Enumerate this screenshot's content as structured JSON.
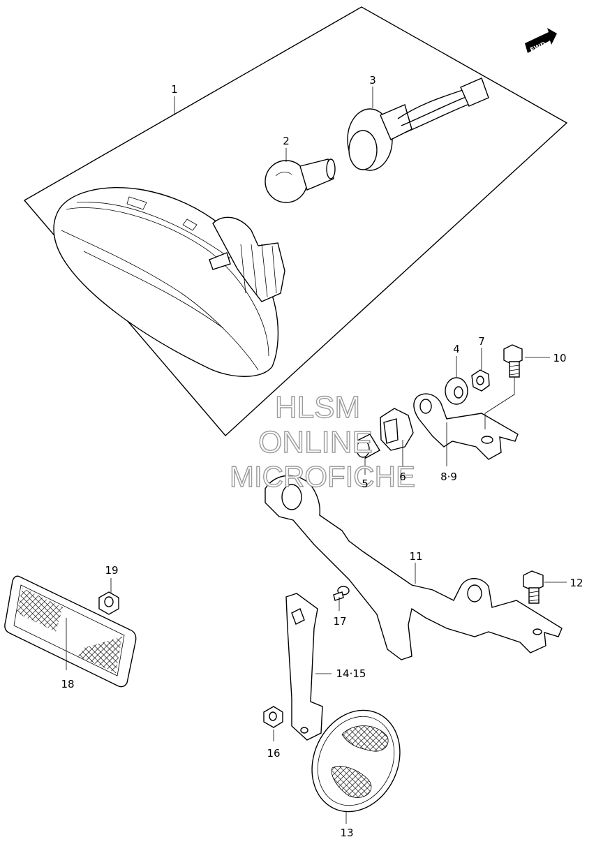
{
  "diagram": {
    "fwd_marker": "FWD",
    "watermark": {
      "line1": "HLSM",
      "line2": "ONLINE",
      "line3": "MICROFICHE"
    },
    "callouts": [
      {
        "id": "1",
        "text": "1"
      },
      {
        "id": "2",
        "text": "2"
      },
      {
        "id": "3",
        "text": "3"
      },
      {
        "id": "4",
        "text": "4"
      },
      {
        "id": "5",
        "text": "5"
      },
      {
        "id": "6",
        "text": "6"
      },
      {
        "id": "7",
        "text": "7"
      },
      {
        "id": "89",
        "text": "8·9"
      },
      {
        "id": "10",
        "text": "10"
      },
      {
        "id": "11",
        "text": "11"
      },
      {
        "id": "12",
        "text": "12"
      },
      {
        "id": "13",
        "text": "13"
      },
      {
        "id": "1415",
        "text": "14·15"
      },
      {
        "id": "16",
        "text": "16"
      },
      {
        "id": "17",
        "text": "17"
      },
      {
        "id": "18",
        "text": "18"
      },
      {
        "id": "19",
        "text": "19"
      }
    ]
  }
}
